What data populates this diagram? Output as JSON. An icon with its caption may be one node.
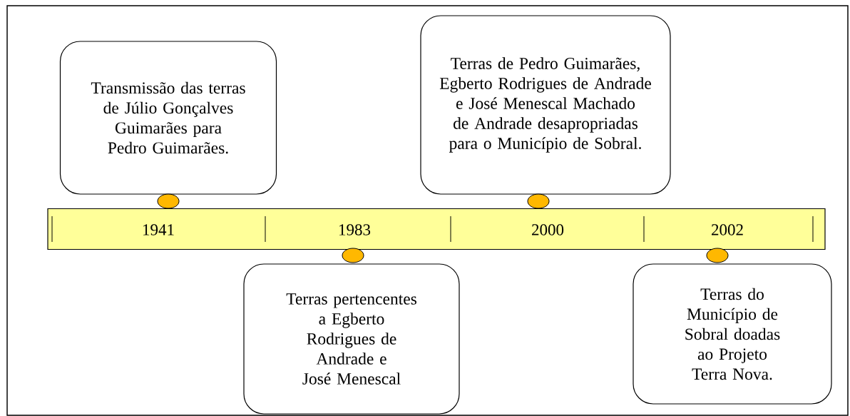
{
  "diagram": {
    "nodes": [
      {
        "text": [
          "Transmissão das terras de Júlio Gonçalves Guimarães para Pedro Guimarães."
        ]
      },
      {
        "text": [
          "Terras de Pedro Guimarães, Egberto Rodrigues de Andrade e José Menescal Machado de Andrade desapropriadas para o Município de Sobral."
        ]
      },
      {
        "text": [],
        "shape": "bar"
      },
      {
        "text": [
          "1941"
        ],
        "in": 2
      },
      {
        "text": [
          "1983"
        ],
        "in": 2
      },
      {
        "text": [
          "2000"
        ],
        "in": 2
      },
      {
        "text": [
          "2002"
        ],
        "in": 2
      },
      {
        "text": [
          "Terras pertencentes a Egberto Rodrigues de Andrade e José Menescal"
        ]
      },
      {
        "text": [
          "Terras do Município de Sobral doadas ao Projeto Terra Nova."
        ]
      }
    ]
  }
}
